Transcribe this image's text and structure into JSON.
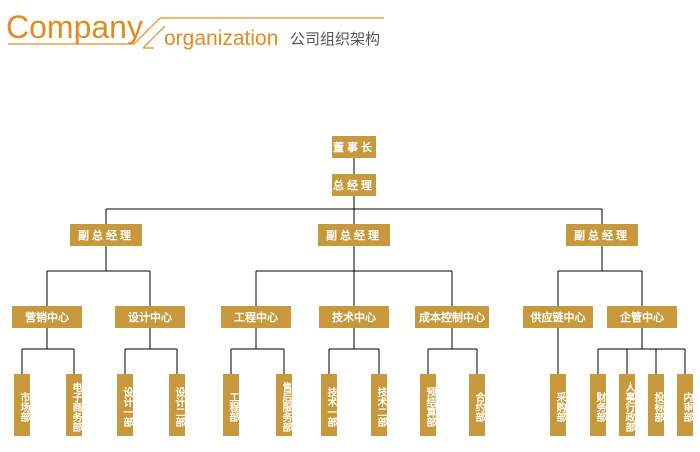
{
  "header": {
    "title": "Company",
    "subtitle": "organization",
    "title_cn": "公司组织架构"
  },
  "colors": {
    "accent_orange": "#e68a1e",
    "node_fill": "#c8993c",
    "node_text": "#ffffff",
    "line": "#000000"
  },
  "org": {
    "chairman": "董事长",
    "general_manager": "总经理",
    "vp_left": "副总经理",
    "vp_middle": "副总经理",
    "vp_right": "副总经理",
    "centers": {
      "marketing": "营销中心",
      "design": "设计中心",
      "engineering": "工程中心",
      "technology": "技术中心",
      "cost_control": "成本控制中心",
      "supply_chain": "供应链中心",
      "enterprise_mgmt": "企管中心"
    },
    "departments": {
      "market": "市场部",
      "ecommerce": "电子商务部",
      "design_1": "设计一部",
      "design_2": "设计二部",
      "engineering": "工程部",
      "after_sales": "售后服务部",
      "tech_1": "技术一部",
      "tech_2": "技术二部",
      "budget": "预结算部",
      "contract": "合约部",
      "procurement": "采购部",
      "finance": "财务部",
      "hr_admin": "人事行政部",
      "bidding": "投标部",
      "audit": "内审部"
    }
  }
}
